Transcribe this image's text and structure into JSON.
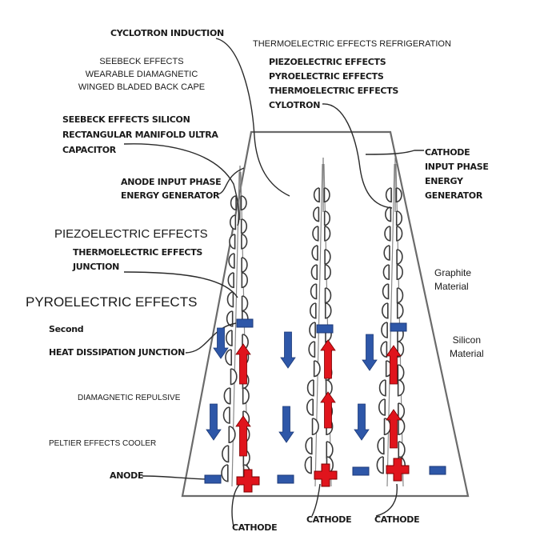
{
  "labels": {
    "cyclotron_induction": "CYCLOTRON INDUCTION",
    "seebeck_cape": [
      "SEEBECK EFFECTS",
      "WEARABLE DIAMAGNETIC",
      "WINGED BLADED BACK CAPE"
    ],
    "thermo_refrigeration": "THERMOELECTRIC EFFECTS REFRIGERATION",
    "effects_list": [
      "PIEZOELECTRIC EFFECTS",
      "PYROELECTRIC EFFECTS",
      "THERMOELECTRIC EFFECTS",
      "CYLOTRON"
    ],
    "seebeck_silicon": [
      "SEEBECK EFFECTS SILICON",
      "RECTANGULAR MANIFOLD ULTRA",
      "CAPACITOR"
    ],
    "anode_input": [
      "ANODE INPUT PHASE",
      "ENERGY GENERATOR"
    ],
    "cathode_input": [
      "CATHODE",
      "INPUT PHASE",
      "ENERGY",
      "GENERATOR"
    ],
    "piezoelectric": "PIEZOELECTRIC EFFECTS",
    "thermo_junction": [
      "THERMOELECTRIC EFFECTS",
      "JUNCTION"
    ],
    "pyroelectric": "PYROELECTRIC EFFECTS",
    "graphite": [
      "Graphite",
      "Material"
    ],
    "second": "Second",
    "heat_dissipation": "HEAT DISSIPATION JUNCTION",
    "silicon": [
      "Silicon",
      "Material"
    ],
    "diamagnetic": "DIAMAGNETIC REPULSIVE",
    "peltier": "PELTIER EFFECTS COOLER",
    "anode": "ANODE",
    "cathode_bottom": [
      "CATHODE",
      "CATHODE",
      "CATHODE"
    ]
  },
  "colors": {
    "outline": "#6b6b6b",
    "leader": "#2a2a2a",
    "negative_blue": "#2e57a8",
    "positive_red": "#e0141c",
    "cold_arrow_blue": "#2e57a8",
    "hot_arrow_red": "#e0141c"
  },
  "symbols": {
    "positive": "+",
    "negative": "−"
  }
}
